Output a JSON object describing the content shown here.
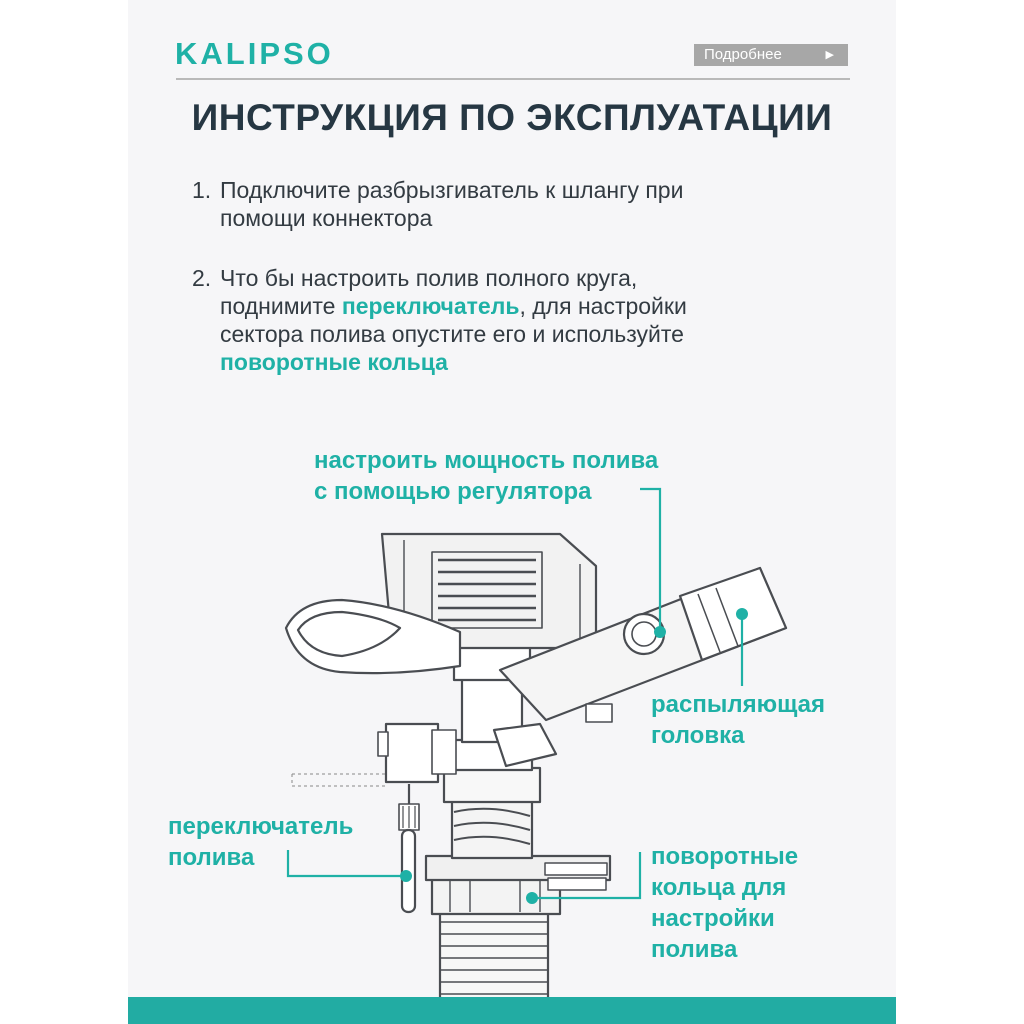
{
  "brand": "KALIPSO",
  "header": {
    "more_label": "Подробнее",
    "arrow": "▶"
  },
  "title": "ИНСТРУКЦИЯ ПО ЭКСПЛУАТАЦИИ",
  "steps": [
    {
      "num": "1.",
      "line1": "Подключите разбрызгиватель к шлангу при",
      "line2": "помощи коннектора"
    },
    {
      "num": "2.",
      "line1": "Что бы настроить полив полного круга,",
      "line2_pre": "поднимите ",
      "line2_hl": "переключатель",
      "line2_post": ", для настройки",
      "line3": "сектора полива опустите его и используйте",
      "line4_hl": "поворотные кольца"
    }
  ],
  "callouts": {
    "power": {
      "line1": "настроить мощность полива",
      "line2": "с помощью регулятора"
    },
    "head": {
      "line1": "распыляющая",
      "line2": "головка"
    },
    "switch": {
      "line1": "переключатель",
      "line2": "полива"
    },
    "rings": {
      "line1": "поворотные",
      "line2": "кольца для",
      "line3": "настройки",
      "line4": "полива"
    }
  },
  "colors": {
    "accent": "#1fb1a6",
    "title": "#263743",
    "text": "#333b42",
    "button": "#a7a7a7",
    "footer": "#22aca3"
  }
}
